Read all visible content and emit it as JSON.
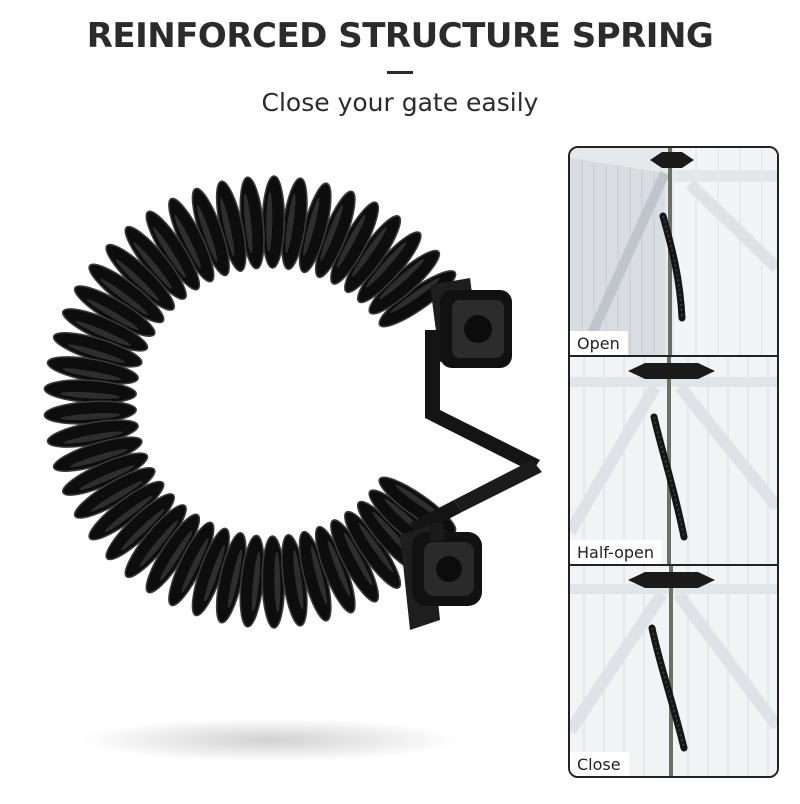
{
  "header": {
    "title": "REINFORCED STRUCTURE SPRING",
    "subtitle": "Close your gate easily"
  },
  "panels": [
    {
      "label": "Open",
      "state": "open"
    },
    {
      "label": "Half-open",
      "state": "half-open"
    },
    {
      "label": "Close",
      "state": "close"
    }
  ],
  "colors": {
    "text": "#2b2b2b",
    "spring": "#1a1a1a",
    "gate": "#eef0f2",
    "panel_border": "#222222"
  }
}
